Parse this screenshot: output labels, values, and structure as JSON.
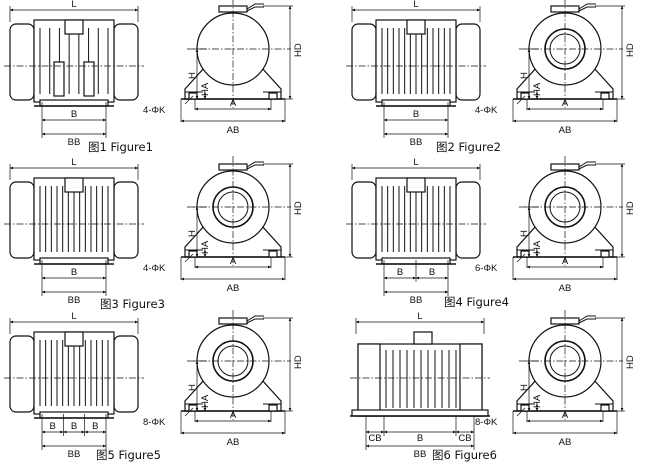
{
  "figures": [
    {
      "caption": "图1 Figure1",
      "L": "L",
      "H": "H",
      "HA": "HA",
      "HD": "HD",
      "A": "A",
      "AB": "AB",
      "K": "4-ΦK",
      "B": [
        "B"
      ],
      "BB": "BB",
      "CB": ""
    },
    {
      "caption": "图2 Figure2",
      "L": "L",
      "H": "H",
      "HA": "HA",
      "HD": "HD",
      "A": "A",
      "AB": "AB",
      "K": "4-ΦK",
      "B": [
        "B"
      ],
      "BB": "BB",
      "CB": ""
    },
    {
      "caption": "图3 Figure3",
      "L": "L",
      "H": "H",
      "HA": "HA",
      "HD": "HD",
      "A": "A",
      "AB": "AB",
      "K": "4-ΦK",
      "B": [
        "B"
      ],
      "BB": "BB",
      "CB": ""
    },
    {
      "caption": "图4 Figure4",
      "L": "L",
      "H": "H",
      "HA": "HA",
      "HD": "HD",
      "A": "A",
      "AB": "AB",
      "K": "6-ΦK",
      "B": [
        "B",
        "B"
      ],
      "BB": "BB",
      "CB": ""
    },
    {
      "caption": "图5 Figure5",
      "L": "L",
      "H": "H",
      "HA": "HA",
      "HD": "HD",
      "A": "A",
      "AB": "AB",
      "K": "8-ΦK",
      "B": [
        "B",
        "B",
        "B"
      ],
      "BB": "BB",
      "CB": ""
    },
    {
      "caption": "图6 Figure6",
      "L": "L",
      "H": "H",
      "HA": "HA",
      "HD": "HD",
      "A": "A",
      "AB": "AB",
      "K": "8-ΦK",
      "B": [
        "B"
      ],
      "BB": "BB",
      "CB": "CB"
    }
  ]
}
